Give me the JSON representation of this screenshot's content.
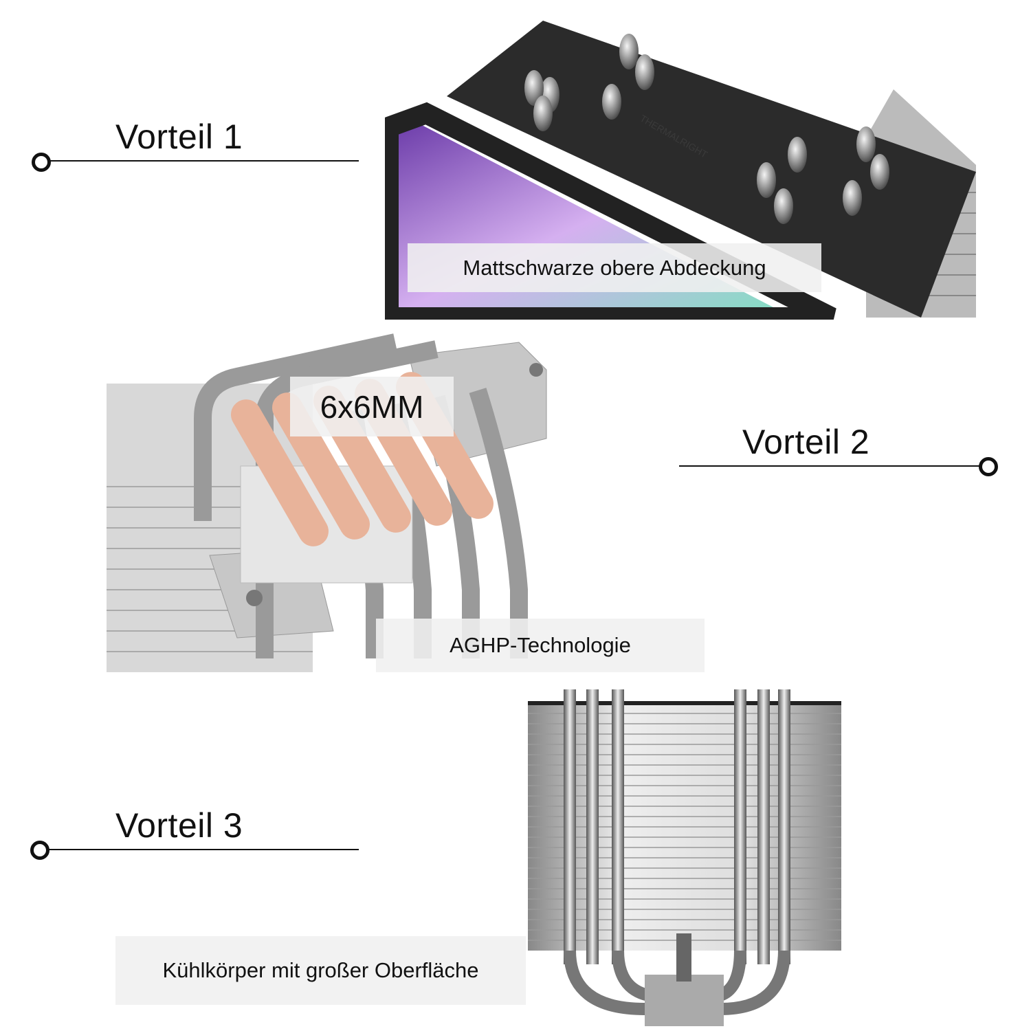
{
  "features": [
    {
      "title": "Vorteil 1",
      "caption": "Mattschwarze obere Abdeckung"
    },
    {
      "title": "Vorteil 2",
      "caption": "AGHP-Technologie",
      "badge": "6x6MM"
    },
    {
      "title": "Vorteil 3",
      "caption": "Kühlkörper mit großer Oberfläche"
    }
  ],
  "brand_logo": "THERMALRIGHT",
  "colors": {
    "cover": "#2b2b2b",
    "copper": "#e8b39a",
    "fins": "#c9c9c9"
  }
}
